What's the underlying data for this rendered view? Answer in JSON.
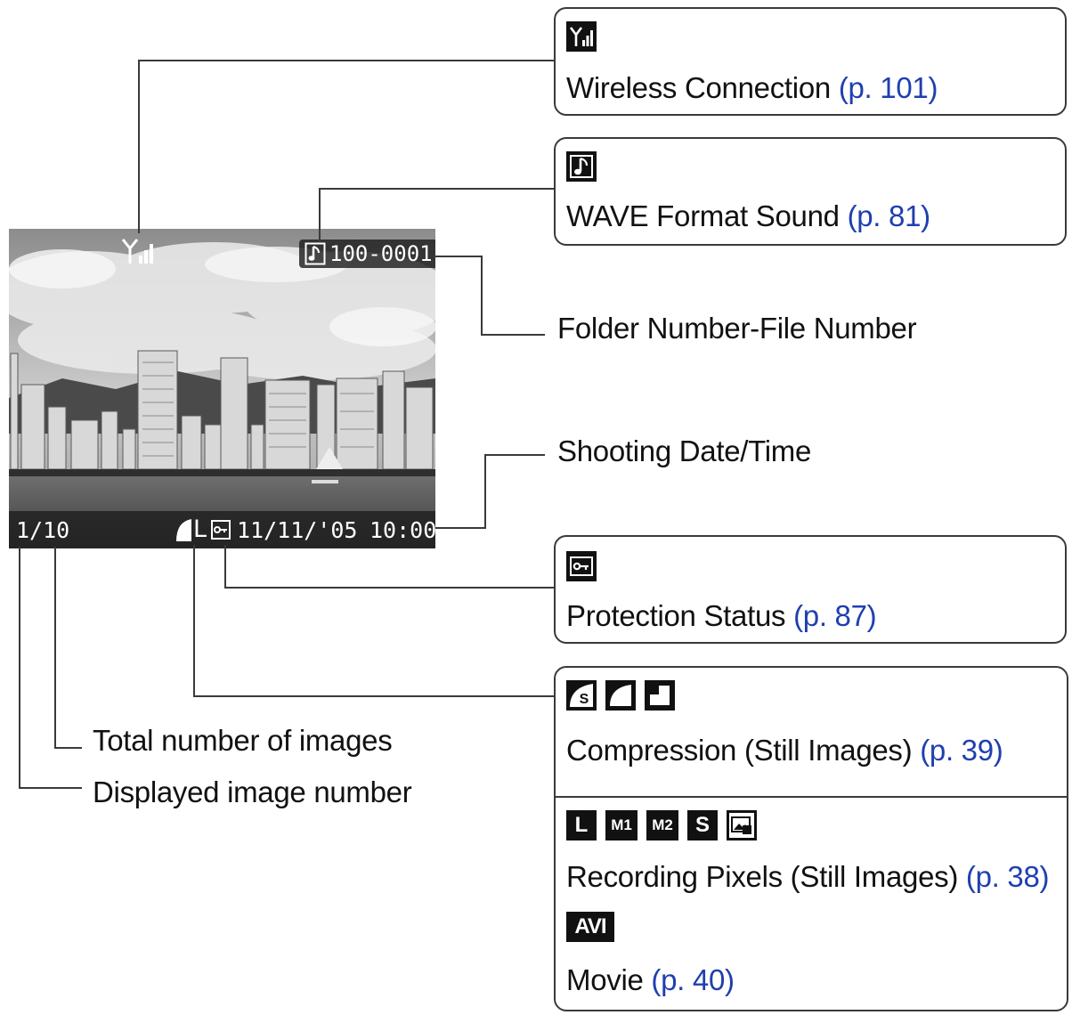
{
  "screen": {
    "folder_file": "100-0001",
    "image_counter": "1/10",
    "date": "11/11/'05",
    "time": "10:00",
    "quality_letter": "L"
  },
  "callouts": {
    "wireless": {
      "label": "Wireless Connection",
      "page": "(p. 101)",
      "icon": "antenna-signal-icon"
    },
    "sound": {
      "label": "WAVE Format Sound",
      "page": "(p. 81)",
      "icon": "music-note-icon"
    },
    "protection": {
      "label": "Protection Status",
      "page": "(p. 87)",
      "icon": "key-icon"
    },
    "compression": {
      "label": "Compression (Still Images)",
      "page": "(p. 39)",
      "icons": [
        "superfine-icon",
        "fine-icon",
        "normal-icon"
      ],
      "icon_text": [
        "S"
      ]
    },
    "pixels": {
      "label": "Recording Pixels (Still Images)",
      "page": "(p. 38)",
      "icon_text": [
        "L",
        "M1",
        "M2",
        "S"
      ],
      "postcard_icon": "postcard-icon"
    },
    "movie": {
      "label": "Movie",
      "page": "(p. 40)",
      "icon_text": "AVI"
    }
  },
  "free_labels": {
    "folder_file_number": "Folder Number-File Number",
    "shooting_date_time": "Shooting Date/Time",
    "total_images": "Total number of images",
    "displayed_image": "Displayed image number"
  },
  "colors": {
    "page_ref": "#1f3fb0",
    "line": "#3a3a3a"
  }
}
